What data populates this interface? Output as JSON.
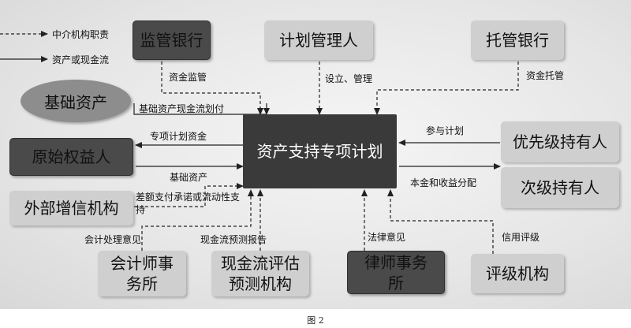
{
  "legend": {
    "dashed": "中介机构职责",
    "solid": "资产或现金流"
  },
  "nodes": {
    "supervising_bank": "监管银行",
    "plan_manager": "计划管理人",
    "custodian_bank": "托管银行",
    "underlying_assets": "基础资产",
    "original_owner": "原始权益人",
    "abs_plan": "资产支持专项计划",
    "senior_holder": "优先级持有人",
    "subordinate_holder": "次级持有人",
    "credit_enhancer": "外部增信机构",
    "accounting_firm": "会计师事务所",
    "cashflow_agency": "现金流评估预测机构",
    "law_firm": "律师事务所",
    "rating_agency": "评级机构"
  },
  "edges": {
    "fund_supervision": "资金监管",
    "setup_manage": "设立、管理",
    "fund_custody": "资金托管",
    "asset_cashflow_transfer": "基础资产现金流划付",
    "plan_funds": "专项计划资金",
    "underlying_asset": "基础资产",
    "shortfall_support": "差额支付承诺或流动性支持",
    "participate": "参与计划",
    "principal_income": "本金和收益分配",
    "accounting_opinion": "会计处理意见",
    "cashflow_report": "现金流预测报告",
    "legal_opinion": "法律意见",
    "credit_rating": "信用评级"
  },
  "caption": "图 2"
}
